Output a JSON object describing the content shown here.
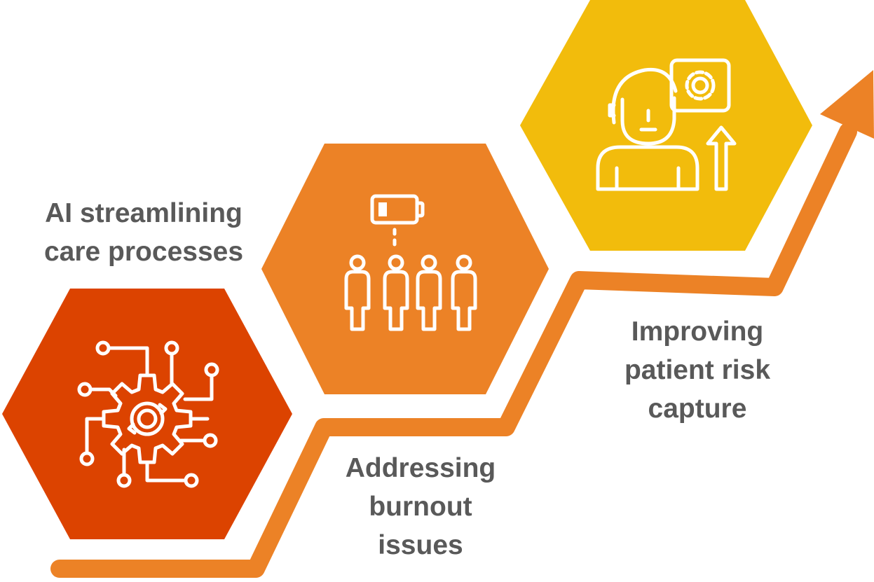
{
  "steps": [
    {
      "lines": [
        "AI streamlining",
        "care processes"
      ],
      "color": "#dc4300",
      "icon": "gear-circuit-icon"
    },
    {
      "lines": [
        "Addressing",
        "burnout",
        "issues"
      ],
      "color": "#ec8226",
      "icon": "low-battery-team-icon"
    },
    {
      "lines": [
        "Improving",
        "patient risk",
        "capture"
      ],
      "color": "#f2bc0c",
      "icon": "person-gear-arrow-up-icon"
    }
  ],
  "arrow": {
    "color": "#ec8226"
  }
}
